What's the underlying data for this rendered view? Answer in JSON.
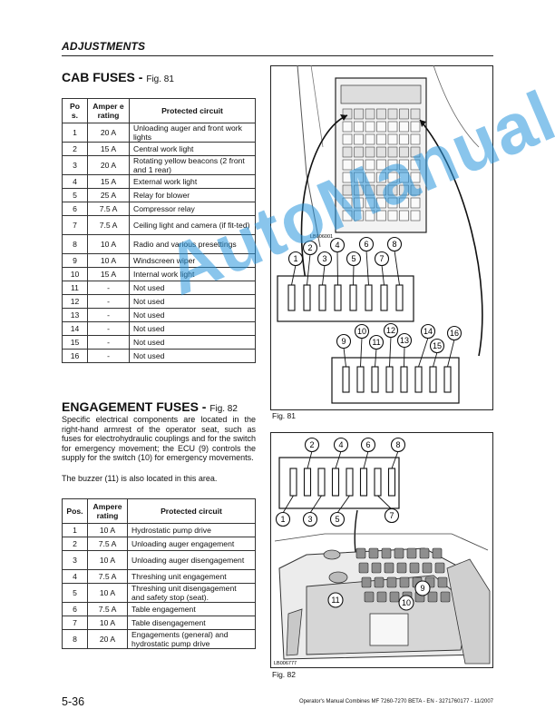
{
  "header": {
    "section": "ADJUSTMENTS"
  },
  "cab": {
    "title": "CAB FUSES - ",
    "figref": "Fig. 81",
    "columns": [
      "Po s.",
      "Amper e rating",
      "Protected circuit"
    ],
    "rows": [
      [
        "1",
        "20 A",
        "Unloading auger and front work lights"
      ],
      [
        "2",
        "15 A",
        "Central work light"
      ],
      [
        "3",
        "20 A",
        "Rotating yellow beacons (2 front and 1 rear)"
      ],
      [
        "4",
        "15 A",
        "External work light"
      ],
      [
        "5",
        "25 A",
        "Relay for blower"
      ],
      [
        "6",
        "7.5 A",
        "Compressor relay"
      ],
      [
        "7",
        "7.5 A",
        "Ceiling light and camera (if fit-ted)"
      ],
      [
        "8",
        "10 A",
        "Radio and various presettings"
      ],
      [
        "9",
        "10 A",
        "Windscreen wiper"
      ],
      [
        "10",
        "15 A",
        "Internal work light"
      ],
      [
        "11",
        "-",
        "Not used"
      ],
      [
        "12",
        "-",
        "Not used"
      ],
      [
        "13",
        "-",
        "Not used"
      ],
      [
        "14",
        "-",
        "Not used"
      ],
      [
        "15",
        "-",
        "Not used"
      ],
      [
        "16",
        "-",
        "Not used"
      ]
    ]
  },
  "engagement": {
    "title": "ENGAGEMENT FUSES - ",
    "figref": "Fig. 82",
    "para1": "Specific electrical components are located in the right-hand armrest of the operator seat, such as fuses for electrohydraulic couplings and for the switch for emergency movement; the ECU (9) controls the supply for the switch (10) for emergency movements.",
    "para2": "The buzzer (11) is also located in this area.",
    "columns": [
      "Pos.",
      "Ampere rating",
      "Protected circuit"
    ],
    "rows": [
      [
        "1",
        "10 A",
        "Hydrostatic pump drive"
      ],
      [
        "2",
        "7.5 A",
        "Unloading auger engagement"
      ],
      [
        "3",
        "10 A",
        "Unloading auger disengagement"
      ],
      [
        "4",
        "7.5 A",
        "Threshing unit engagement"
      ],
      [
        "5",
        "10 A",
        "Threshing unit disengagement and safety stop (seat)."
      ],
      [
        "6",
        "7.5 A",
        "Table engagement"
      ],
      [
        "7",
        "10 A",
        "Table disengagement"
      ],
      [
        "8",
        "20 A",
        "Engagements (general) and hydrostatic pump drive"
      ]
    ]
  },
  "fig81": {
    "caption": "Fig. 81",
    "code": "LB006001",
    "top_labels": [
      "2",
      "4",
      "6",
      "8"
    ],
    "bottom_labels": [
      "1",
      "3",
      "5",
      "7"
    ],
    "lower_top_labels": [
      "10",
      "12",
      "14",
      "16"
    ],
    "lower_bottom_labels": [
      "9",
      "11",
      "13",
      "15"
    ]
  },
  "fig82": {
    "caption": "Fig. 82",
    "code": "LB006777",
    "top_labels": [
      "2",
      "4",
      "6",
      "8"
    ],
    "bottom_labels": [
      "1",
      "3",
      "5",
      "7"
    ],
    "photo_labels": [
      "11",
      "10",
      "9"
    ]
  },
  "watermark": "AutoManual",
  "footer": {
    "page": "5-36",
    "doc": "Operator's Manual Combines MF 7260-7270 BETA - EN - 3271760177 - 11/2007"
  }
}
